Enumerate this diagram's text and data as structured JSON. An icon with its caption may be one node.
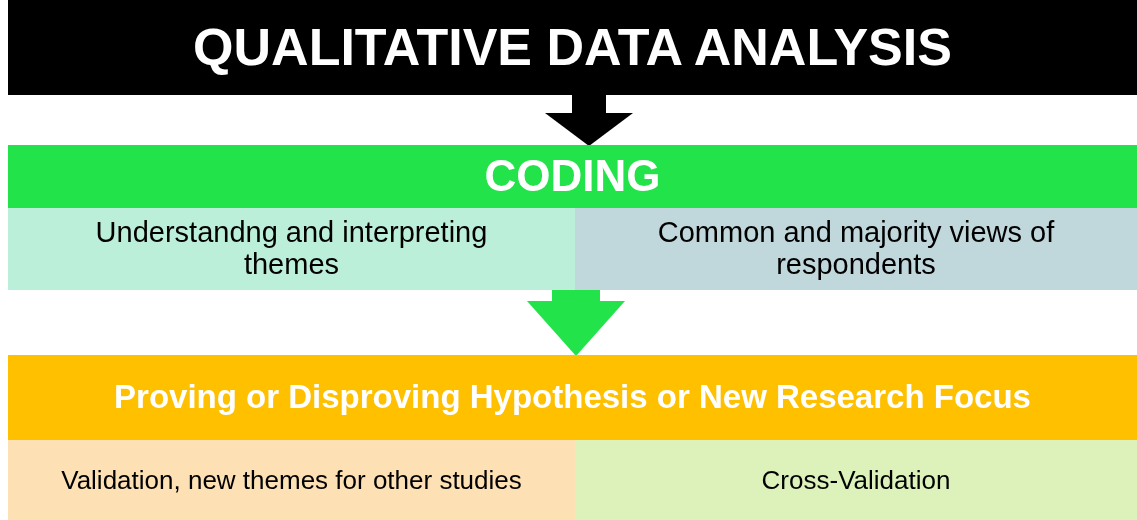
{
  "diagram": {
    "nodes": [
      {
        "text": [
          "QUALITATIVE DATA ANALYSIS"
        ]
      },
      {
        "text": [
          "CODING"
        ]
      },
      {
        "text": [
          "Understandng and interpreting themes"
        ],
        "in": 1
      },
      {
        "text": [
          "Common and majority views of respondents"
        ],
        "in": 1
      },
      {
        "text": [
          "Proving or Disproving Hypothesis or New Research Focus"
        ]
      },
      {
        "text": [
          "Validation, new themes for other studies"
        ],
        "in": 4
      },
      {
        "text": [
          "Cross-Validation"
        ],
        "in": 4
      }
    ],
    "edges": [
      {
        "from": 0,
        "to": 1,
        "arrow": "to",
        "color": "#000000"
      },
      {
        "from": 1,
        "to": 4,
        "arrow": "to",
        "color": "#22e34a"
      }
    ]
  }
}
